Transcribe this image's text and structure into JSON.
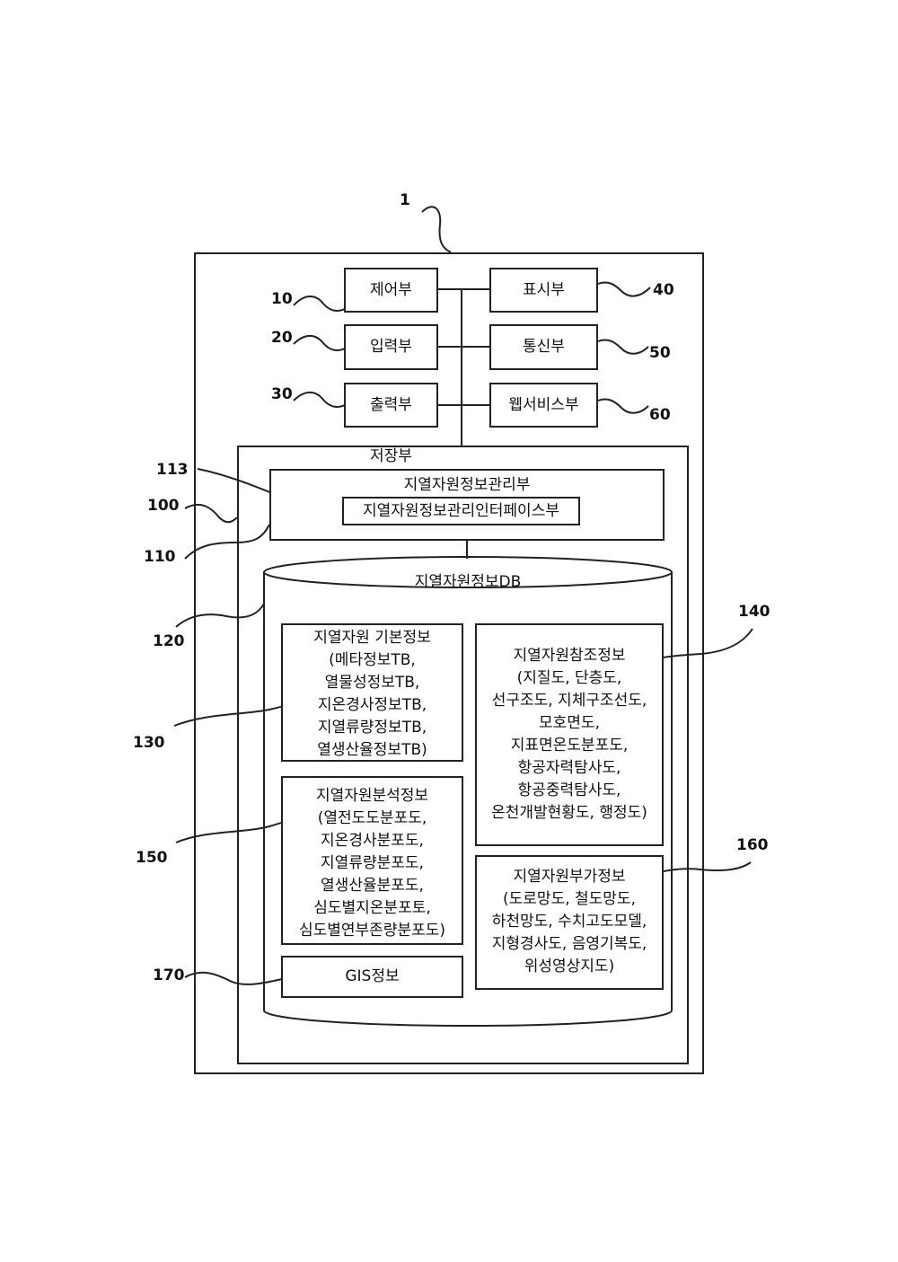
{
  "labels": {
    "device": "1",
    "control": "10",
    "input": "20",
    "output": "30",
    "display": "40",
    "comm": "50",
    "web": "60",
    "storage": "100",
    "mgmt": "110",
    "iface": "113",
    "db": "120",
    "basic": "130",
    "ref": "140",
    "analysis": "150",
    "extra": "160",
    "gis": "170"
  },
  "units": {
    "control": "제어부",
    "input": "입력부",
    "output": "출력부",
    "display": "표시부",
    "comm": "통신부",
    "web": "웹서비스부"
  },
  "storage": {
    "title": "저장부",
    "mgmt_title": "지열자원정보관리부",
    "iface_title": "지열자원정보관리인터페이스부",
    "db_title": "지열자원정보DB"
  },
  "basic_info": {
    "lines": [
      "지열자원 기본정보",
      "(메타정보TB,",
      "열물성정보TB,",
      "지온경사정보TB,",
      "지열류량정보TB,",
      "열생산율정보TB)"
    ]
  },
  "reference_info": {
    "lines": [
      "지열자원참조정보",
      "(지질도, 단층도,",
      "선구조도, 지체구조선도,",
      "모호면도,",
      "지표면온도분포도,",
      "항공자력탐사도,",
      "항공중력탐사도,",
      "온천개발현황도, 행정도)"
    ]
  },
  "analysis_info": {
    "lines": [
      "지열자원분석정보",
      "(열전도도분포도,",
      "지온경사분포도,",
      "지열류량분포도,",
      "열생산율분포도,",
      "심도별지온분포토,",
      "심도별연부존량분포도)"
    ]
  },
  "extra_info": {
    "lines": [
      "지열자원부가정보",
      "(도로망도, 철도망도,",
      "하천망도, 수치고도모델,",
      "지형경사도, 음영기복도,",
      "위성영상지도)"
    ]
  },
  "gis_info": {
    "title": "GIS정보"
  }
}
